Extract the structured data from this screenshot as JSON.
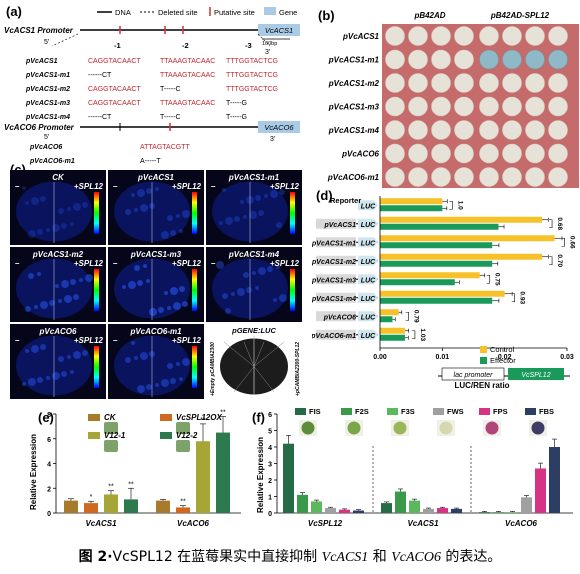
{
  "caption": {
    "prefix": "图 2·",
    "main": "VcSPL12 在蓝莓果实中直接抑制 ",
    "gene1": "VcACS1",
    "mid": " 和 ",
    "gene2": "VcACO6",
    "suffix": " 的表达。"
  },
  "panel_a": {
    "letter": "(a)",
    "legend": [
      "DNA",
      "Deleted site",
      "Putative site",
      "Gene"
    ],
    "acs_promoter_label": "VcACS1 Promoter",
    "acs_gene": "VcACS1",
    "aco_promoter_label": "VcACO6 Promoter",
    "aco_gene": "VcACO6",
    "scale": "100bp",
    "site_nums": [
      "-1",
      "-2",
      "-3"
    ],
    "rows": [
      {
        "name": "pVcACS1",
        "s1": "CAGGTACAACT",
        "s2": "TTAAAGTACAAC",
        "s3": "TTTGGTACTCG"
      },
      {
        "name": "pVcACS1-m1",
        "s1": "------CT",
        "s2": "TTAAAGTACAAC",
        "s3": "TTTGGTACTCG"
      },
      {
        "name": "pVcACS1-m2",
        "s1": "CAGGTACAACT",
        "s2": "T-----C",
        "s3": "TTTGGTACTCG"
      },
      {
        "name": "pVcACS1-m3",
        "s1": "CAGGTACAACT",
        "s2": "TTAAAGTACAAC",
        "s3": "T-----G"
      },
      {
        "name": "pVcACS1-m4",
        "s1": "------CT",
        "s2": "T-----C",
        "s3": "T-----G"
      }
    ],
    "aco_rows": [
      {
        "name": "pVcACO6",
        "seq": "ATTAGTACGTT"
      },
      {
        "name": "pVcACO6-m1",
        "seq": "A-----T"
      }
    ],
    "five_prime": "5'",
    "three_prime": "3'"
  },
  "panel_b": {
    "letter": "(b)",
    "col1": "pB42AD",
    "col2": "pB42AD-SPL12",
    "rows": [
      "pVcACS1",
      "pVcACS1-m1",
      "pVcACS1-m2",
      "pVcACS1-m3",
      "pVcACS1-m4",
      "pVcACO6",
      "pVcACO6-m1"
    ],
    "blue_row_index": 1
  },
  "panel_c": {
    "letter": "(c)",
    "leaves": [
      {
        "title": "CK",
        "left": "–",
        "right": "+SPL12"
      },
      {
        "title": "pVcACS1",
        "left": "–",
        "right": "+SPL12"
      },
      {
        "title": "pVcACS1-m1",
        "left": "–",
        "right": "+SPL12"
      },
      {
        "title": "pVcACS1-m2",
        "left": "–",
        "right": "+SPL12"
      },
      {
        "title": "pVcACS1-m3",
        "left": "–",
        "right": "+SPL12"
      },
      {
        "title": "pVcACS1-m4",
        "left": "–",
        "right": "+SPL12"
      },
      {
        "title": "pVcACO6",
        "left": "–",
        "right": "+SPL12"
      },
      {
        "title": "pVcACO6-m1",
        "left": "–",
        "right": "+SPL12"
      }
    ],
    "last_title": "pGENE:LUC",
    "vertical_left": "+Empty pCAMBIA2300",
    "vertical_right": "+pCAMBIA2300-SPL12"
  },
  "panel_d": {
    "letter": "(d)",
    "reporter_label": "Reporter",
    "construct_box": "LUC",
    "lac_promoter": "lac promoter",
    "effector_gene": "VcSPL12",
    "legend": [
      "Control",
      "Effector"
    ],
    "colors": {
      "control": "#f7c229",
      "effector": "#1a9a5a"
    }
  },
  "panel_e": {
    "letter": "(e)",
    "legend": [
      "CK",
      "VcSPL12OX",
      "V12-1",
      "V12-2"
    ],
    "sig": [
      "*",
      "**",
      "**",
      "**",
      "**",
      "**"
    ],
    "colors": [
      "#a77a2c",
      "#d0691f",
      "#a6a637",
      "#2d7a4e"
    ]
  },
  "panel_f": {
    "letter": "(f)",
    "legend": [
      "FIS",
      "F2S",
      "F3S",
      "FWS",
      "FPS",
      "FBS"
    ],
    "colors": [
      "#256b45",
      "#3a9a4a",
      "#5cb85c",
      "#a0a0a0",
      "#d63384",
      "#2c3e64"
    ]
  },
  "chart_data": [
    {
      "type": "bar",
      "panel": "d",
      "orientation": "horizontal",
      "categories": [
        "Reporter",
        "pVcACS1",
        "pVcACS1-m1",
        "pVcACS1-m2",
        "pVcACS1-m3",
        "pVcACS1-m4",
        "pVcACO6",
        "pVcACO6-m1"
      ],
      "series": [
        {
          "name": "Control",
          "values": [
            0.01,
            0.026,
            0.028,
            0.026,
            0.016,
            0.02,
            0.003,
            0.004
          ]
        },
        {
          "name": "Effector",
          "values": [
            0.01,
            0.019,
            0.018,
            0.018,
            0.012,
            0.018,
            0.002,
            0.004
          ]
        }
      ],
      "annotations": [
        "1.0",
        "0.68",
        "0.66",
        "0.70",
        "0.75",
        "0.93",
        "0.79",
        "1.03"
      ],
      "xlabel": "LUC/REN ratio",
      "xticks": [
        "0.00",
        "0.01",
        "0.02",
        "0.03"
      ],
      "xlim": [
        0,
        0.03
      ]
    },
    {
      "type": "bar",
      "panel": "e",
      "categories": [
        "VcACS1",
        "VcACO6"
      ],
      "series": [
        {
          "name": "CK",
          "values": [
            1.0,
            1.0
          ]
        },
        {
          "name": "VcSPL12OX",
          "values": [
            0.8,
            0.45
          ]
        },
        {
          "name": "V12-1",
          "values": [
            1.5,
            5.8
          ]
        },
        {
          "name": "V12-2",
          "values": [
            1.1,
            6.5
          ]
        }
      ],
      "ylabel": "Relative Expression",
      "yticks": [
        "0",
        "2",
        "4",
        "6",
        "8"
      ],
      "ylim": [
        0,
        8
      ]
    },
    {
      "type": "bar",
      "panel": "f",
      "categories": [
        "VcSPL12",
        "VcACS1",
        "VcACO6"
      ],
      "series": [
        {
          "name": "FIS",
          "values": [
            4.2,
            0.6,
            0.05
          ]
        },
        {
          "name": "F2S",
          "values": [
            1.1,
            1.3,
            0.05
          ]
        },
        {
          "name": "F3S",
          "values": [
            0.7,
            0.75,
            0.05
          ]
        },
        {
          "name": "FWS",
          "values": [
            0.3,
            0.25,
            0.95
          ]
        },
        {
          "name": "FPS",
          "values": [
            0.2,
            0.3,
            2.7
          ]
        },
        {
          "name": "FBS",
          "values": [
            0.15,
            0.25,
            4.0
          ]
        }
      ],
      "ylabel": "Relative Expression",
      "yticks": [
        "0",
        "1",
        "2",
        "3",
        "4",
        "5",
        "6"
      ],
      "ylim": [
        0,
        6
      ]
    }
  ]
}
